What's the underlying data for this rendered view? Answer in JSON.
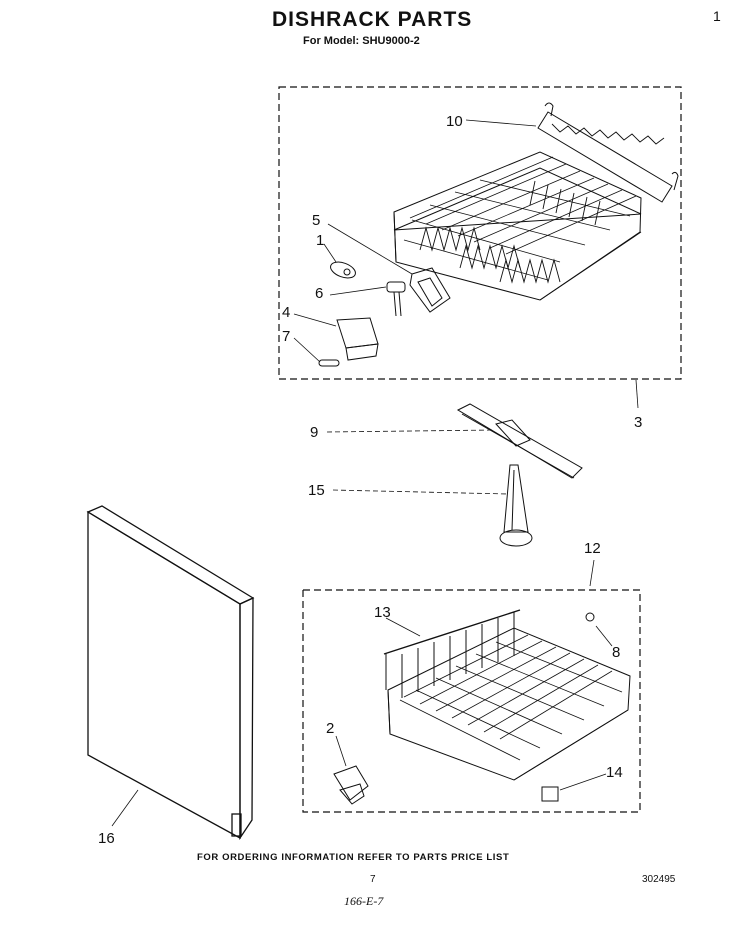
{
  "header": {
    "title": "DISHRACK PARTS",
    "model": "For Model: SHU9000-2",
    "page_mark": "1"
  },
  "callouts": {
    "c1": "1",
    "c2": "2",
    "c3": "3",
    "c4": "4",
    "c5": "5",
    "c6": "6",
    "c7": "7",
    "c8": "8",
    "c9": "9",
    "c10": "10",
    "c12": "12",
    "c13": "13",
    "c14": "14",
    "c15": "15",
    "c16": "16"
  },
  "footer": {
    "ordering_note": "FOR ORDERING INFORMATION REFER TO PARTS PRICE LIST",
    "page_number": "7",
    "doc_number": "302495",
    "handwritten": "166-E-7"
  }
}
